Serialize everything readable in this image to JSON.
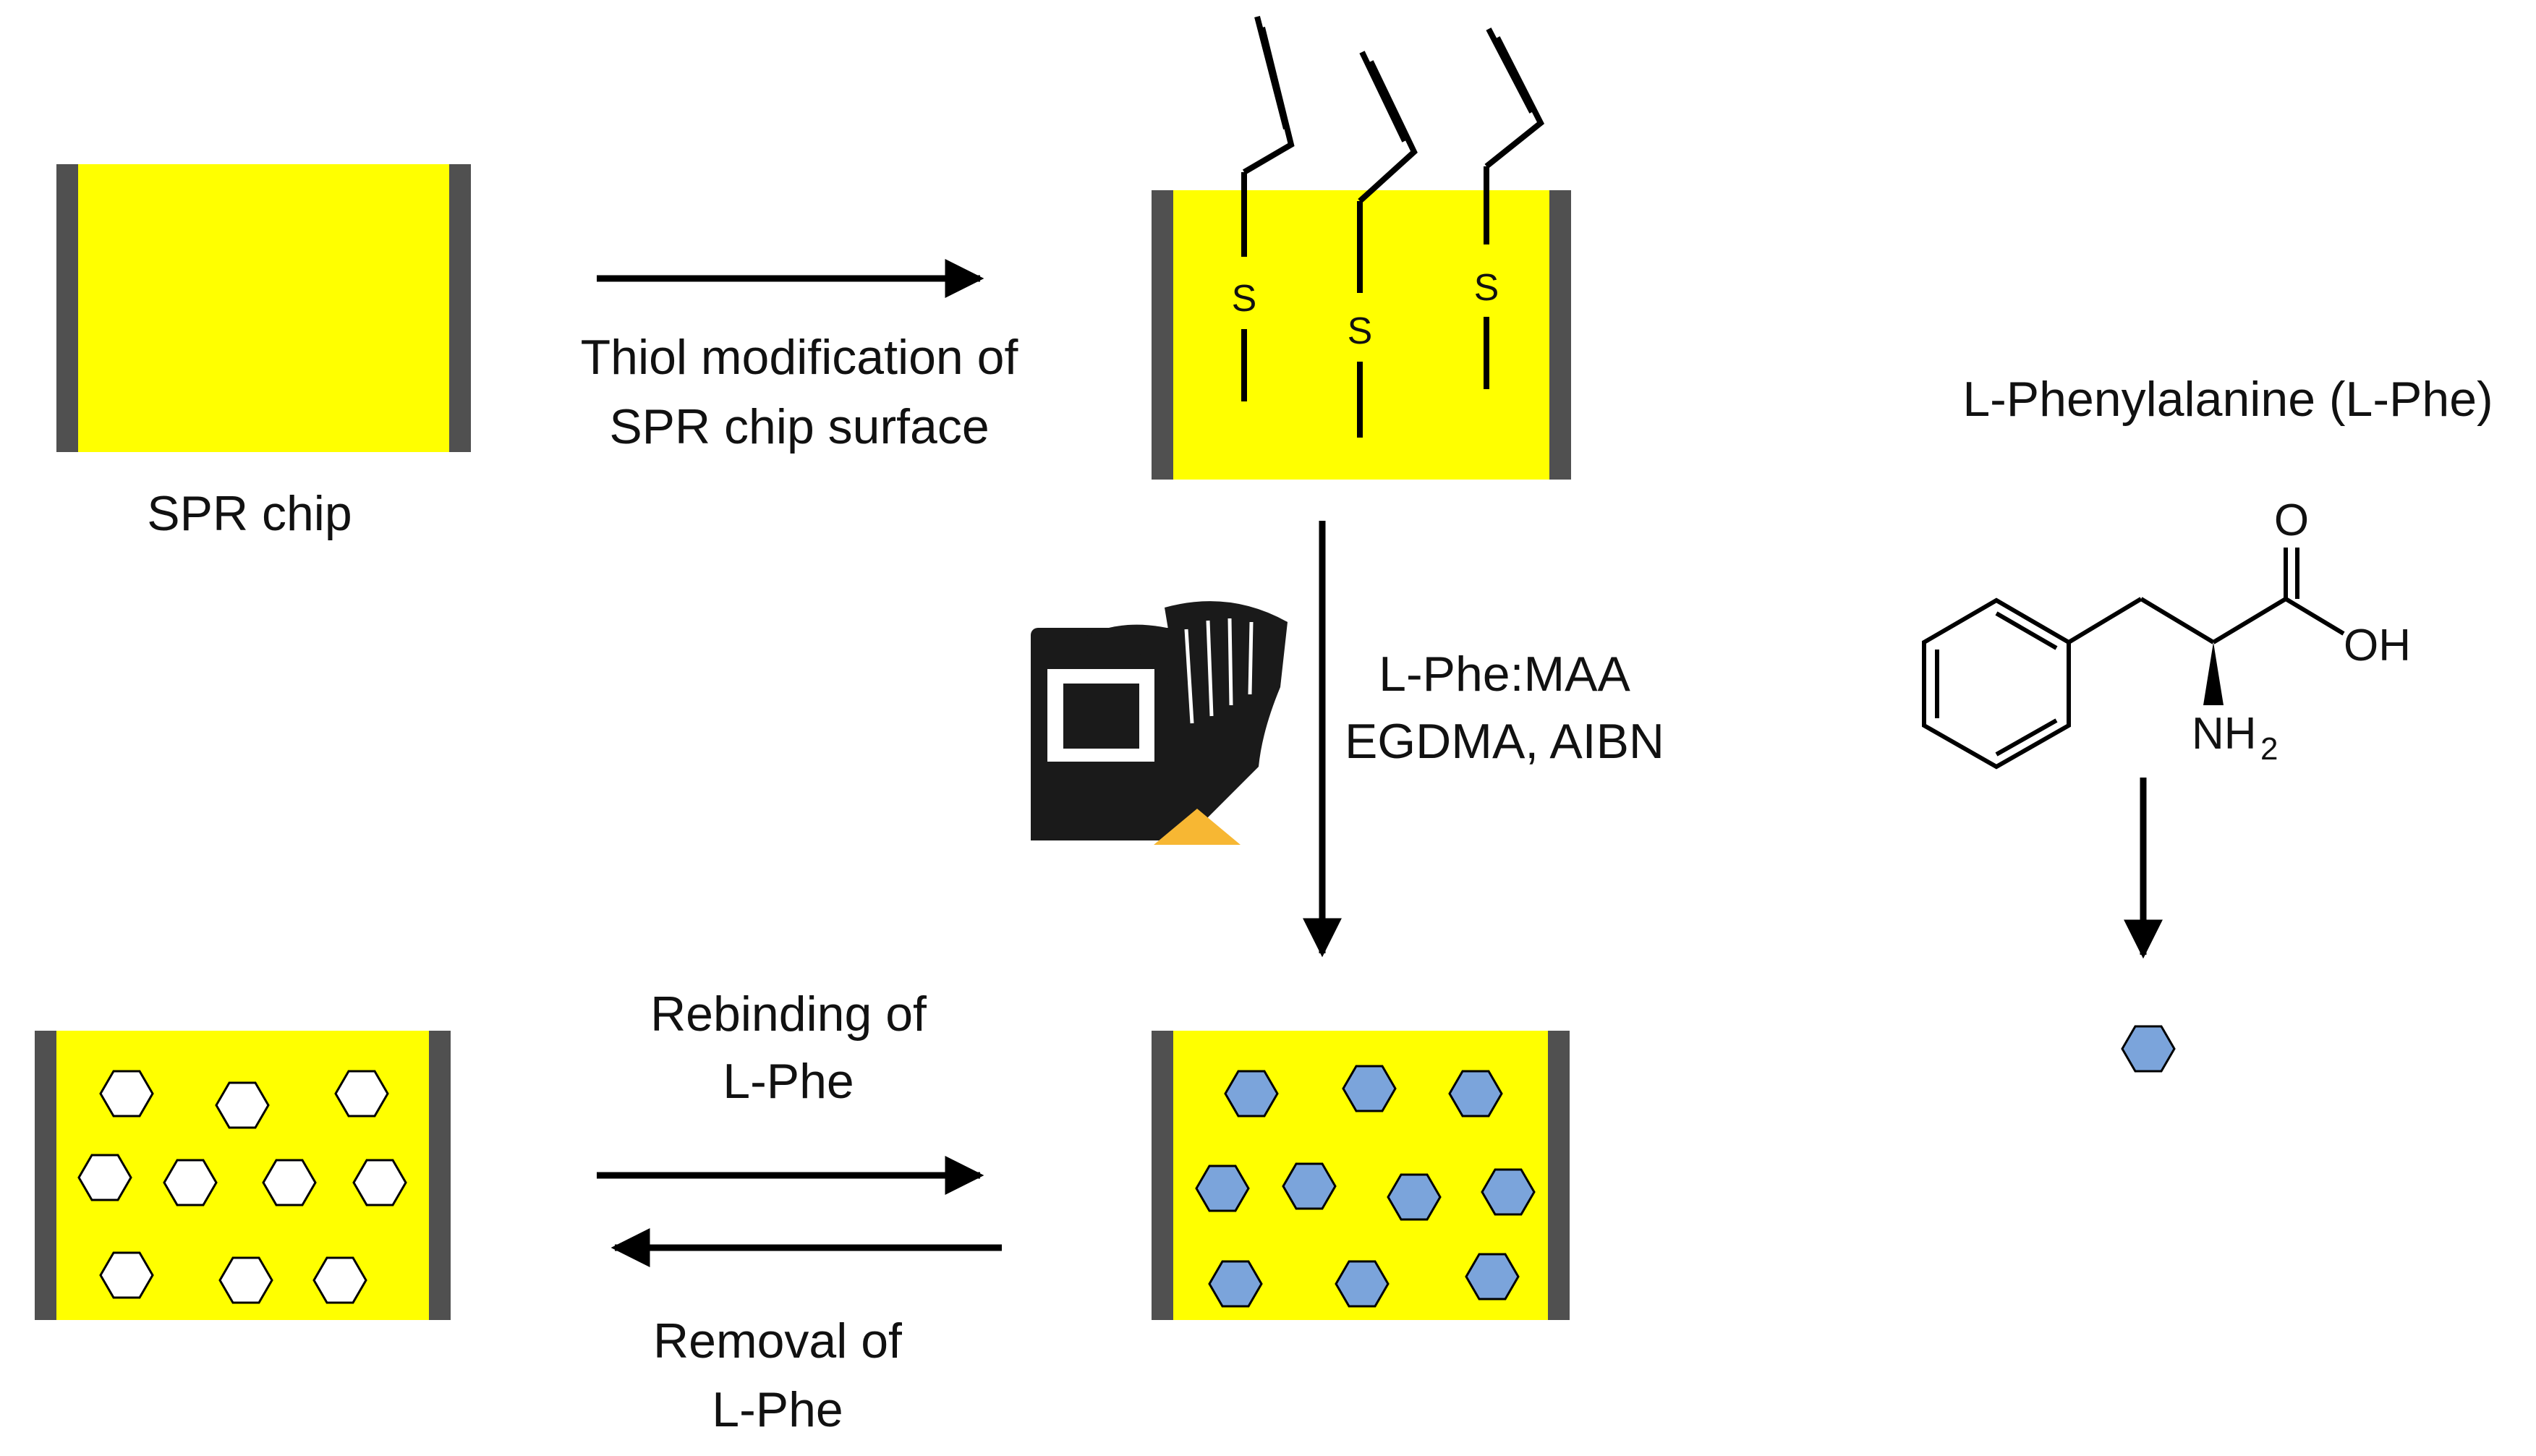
{
  "labels": {
    "spr_chip": "SPR chip",
    "thiol_line1": "Thiol modification of",
    "thiol_line2": "SPR chip surface",
    "reagents_line1": "L-Phe:MAA",
    "reagents_line2": "EGDMA, AIBN",
    "rebinding_line1": "Rebinding of",
    "rebinding_line2": "L-Phe",
    "removal_line1": "Removal of",
    "removal_line2": "L-Phe",
    "molecule_title": "L-Phenylalanine (L-Phe)",
    "sulfur": "S",
    "carbonyl_o": "O",
    "hydroxyl": "OH",
    "amine_nh": "NH",
    "amine_sub": "2"
  },
  "colors": {
    "gold_chip": "#FFFF00",
    "chip_edge": "#505050",
    "template_molecule": "#7BA4DB",
    "empty_cavity": "#FFFFFF",
    "uv_lamp": "#1A1A1A",
    "uv_light": "#F7B733",
    "arrow": "#000000"
  },
  "icons": {
    "uv_lamp": "uv-lamp-icon"
  }
}
